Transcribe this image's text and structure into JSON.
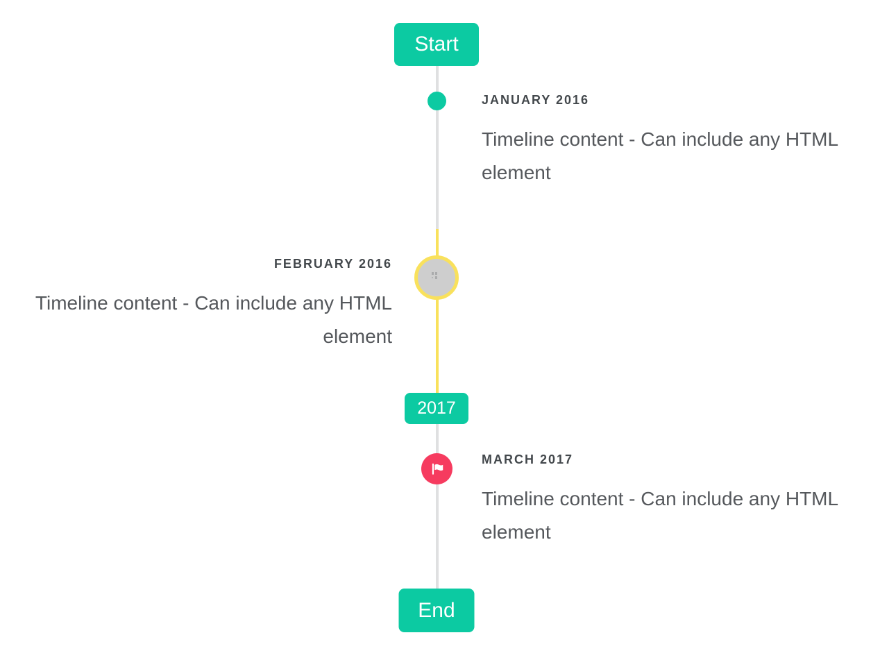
{
  "timeline": {
    "start_label": "Start",
    "period_divider": "2017",
    "end_label": "End",
    "entries": [
      {
        "date": "JANUARY 2016",
        "content": "Timeline content - Can include any HTML element",
        "side": "right",
        "marker": {
          "type": "dot",
          "color": "#0ccaa2",
          "icon": null
        }
      },
      {
        "date": "FEBRUARY 2016",
        "content": "Timeline content - Can include any HTML element",
        "side": "left",
        "marker": {
          "type": "image-circle",
          "color": "#cecece",
          "border_color": "#f9e15c",
          "icon": "broken-image-icon"
        }
      },
      {
        "date": "MARCH 2017",
        "content": "Timeline content - Can include any HTML element",
        "side": "right",
        "marker": {
          "type": "icon-circle",
          "color": "#f63b5f",
          "icon": "flag-icon"
        }
      }
    ]
  },
  "colors": {
    "accent_teal": "#0ccaa2",
    "highlight_yellow": "#f9e15c",
    "flag_red": "#f63b5f",
    "line_gray": "#dfe0e1",
    "marker_gray_fill": "#cecece",
    "date_text": "#43484c",
    "body_text": "#55585c",
    "badge_text": "#ffffff"
  }
}
